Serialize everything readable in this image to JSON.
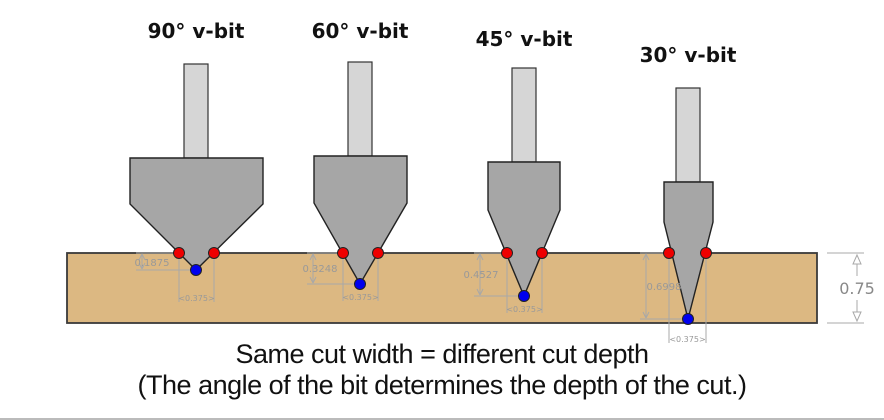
{
  "bits": [
    {
      "id": "90",
      "title": "90° v-bit",
      "angle_deg": 90,
      "depth_label": "0.1875",
      "width_label": "<0.375>",
      "depth": 0.1875
    },
    {
      "id": "60",
      "title": "60° v-bit",
      "angle_deg": 60,
      "depth_label": "0.3248",
      "width_label": "<0.375>",
      "depth": 0.3248
    },
    {
      "id": "45",
      "title": "45° v-bit",
      "angle_deg": 45,
      "depth_label": "0.4527",
      "width_label": "<0.375>",
      "depth": 0.4527
    },
    {
      "id": "30",
      "title": "30° v-bit",
      "angle_deg": 30,
      "depth_label": "0.6998",
      "width_label": "<0.375>",
      "depth": 0.6998
    }
  ],
  "board": {
    "thickness_label": "0.75",
    "thickness": 0.75,
    "cut_width": 0.375
  },
  "caption": {
    "line1": "Same cut width = different cut depth",
    "line2": "(The angle of the bit determines the depth of the cut.)"
  },
  "colors": {
    "board_fill": "#dcb882",
    "board_stroke": "#3a3a3a",
    "bit_body": "#a6a6a6",
    "bit_shank": "#d6d6d6",
    "edge_dot": "#ee0000",
    "tip_dot": "#0000ee",
    "dimension": "#a8a8a8"
  }
}
